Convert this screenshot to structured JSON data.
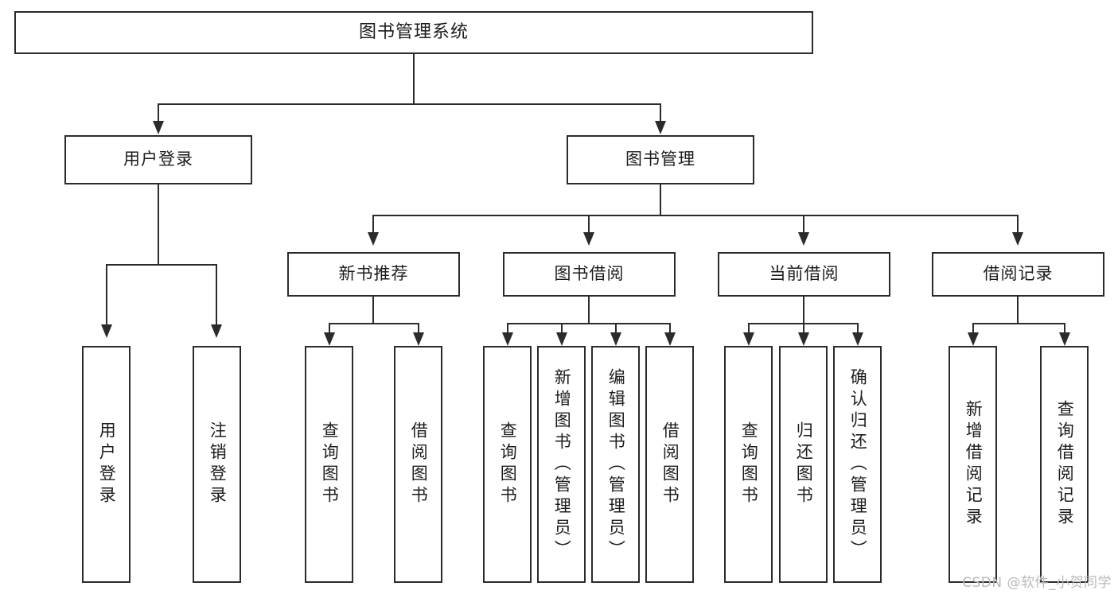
{
  "diagram": {
    "title": "图书管理系统",
    "type": "tree-hierarchy-chart",
    "watermark": "CSDN @软件_小贺同学",
    "colors": {
      "border": "#2b2b2b",
      "background": "#ffffff",
      "text": "#1c1c1c",
      "watermark": "#b9b9b9"
    },
    "root": {
      "label": "图书管理系统"
    },
    "level2": [
      {
        "id": "user-login",
        "label": "用户登录"
      },
      {
        "id": "book-manage",
        "label": "图书管理"
      }
    ],
    "level3": [
      {
        "id": "new-book-recommend",
        "label": "新书推荐"
      },
      {
        "id": "book-borrow",
        "label": "图书借阅"
      },
      {
        "id": "current-borrow",
        "label": "当前借阅"
      },
      {
        "id": "borrow-record",
        "label": "借阅记录"
      }
    ],
    "leaves": {
      "user-login": [
        {
          "id": "leaf-user-login",
          "label": "用户登录"
        },
        {
          "id": "leaf-logout-login",
          "label": "注销登录"
        }
      ],
      "new-book-recommend": [
        {
          "id": "leaf-query-book-1",
          "label": "查询图书"
        },
        {
          "id": "leaf-borrow-book-1",
          "label": "借阅图书"
        }
      ],
      "book-borrow": [
        {
          "id": "leaf-query-book-2",
          "label": "查询图书"
        },
        {
          "id": "leaf-add-book",
          "label": "新增图书（管理员）"
        },
        {
          "id": "leaf-edit-book",
          "label": "编辑图书（管理员）"
        },
        {
          "id": "leaf-borrow-book-2",
          "label": "借阅图书"
        }
      ],
      "current-borrow": [
        {
          "id": "leaf-query-book-3",
          "label": "查询图书"
        },
        {
          "id": "leaf-return-book",
          "label": "归还图书"
        },
        {
          "id": "leaf-confirm-return",
          "label": "确认归还（管理员）"
        }
      ],
      "borrow-record": [
        {
          "id": "leaf-add-record",
          "label": "新增借阅记录"
        },
        {
          "id": "leaf-query-record",
          "label": "查询借阅记录"
        }
      ]
    }
  }
}
